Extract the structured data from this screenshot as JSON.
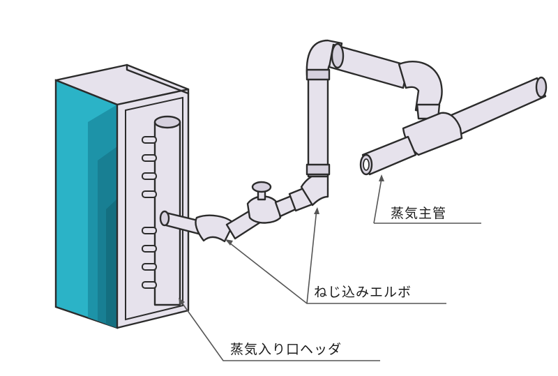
{
  "labels": {
    "steam_main": "蒸気主管",
    "screw_elbow": "ねじ込みエルボ",
    "inlet_header": "蒸気入り口ヘッダ"
  },
  "colors": {
    "pipe_fill": "#e6e2ec",
    "coil_fin": "#2bb3c7",
    "outline": "#2b2b2b"
  }
}
